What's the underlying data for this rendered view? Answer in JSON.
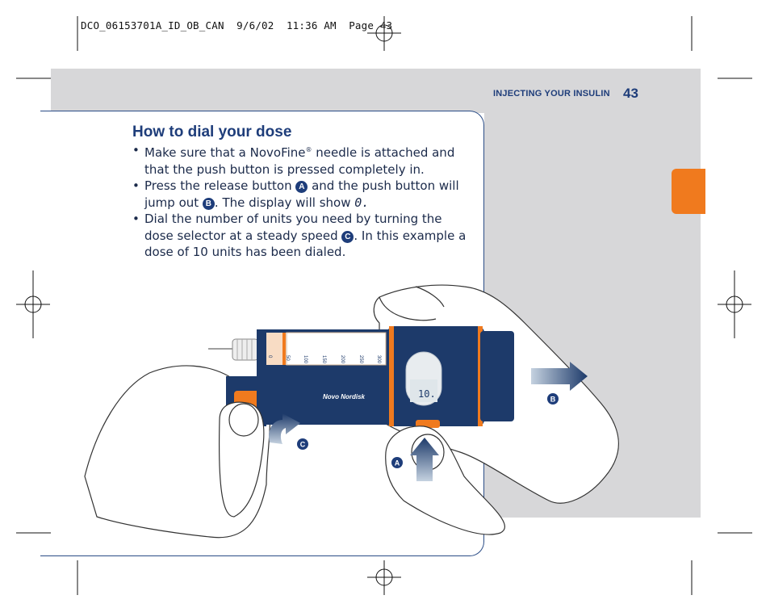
{
  "print_slug": "DCO_06153701A_ID_OB_CAN  9/6/02  11:36 AM  Page 43",
  "header": {
    "section_label": "INJECTING YOUR INSULIN",
    "page_number": "43"
  },
  "content": {
    "heading": "How to dial your dose",
    "bullet1": {
      "pre": "Make sure that a NovoFine",
      "reg": "®",
      "post": " needle is attached and that the push button is pressed completely in."
    },
    "bullet2": {
      "pre": "Press the release button ",
      "marker_a": "A",
      "mid": " and the push button will jump out ",
      "marker_b": "B",
      "post": ". The display will show ",
      "display_value": "0."
    },
    "bullet3": {
      "pre": "Dial the number of units you need by turning the dose selector at a steady speed ",
      "marker_c": "C",
      "post": ". In this example a dose of 10 units has been dialed."
    }
  },
  "illustration": {
    "brand": "Novo Nordisk",
    "display_reading": "10.",
    "scale_ticks": [
      "0",
      "50",
      "100",
      "150",
      "200",
      "250",
      "300"
    ],
    "callouts": {
      "a": "A",
      "b": "B",
      "c": "C"
    },
    "colors": {
      "pen_body": "#1d3a6a",
      "accent": "#f07a1e",
      "arrow": "#2a4c86"
    }
  },
  "colors": {
    "heading": "#1e3d7a",
    "tab": "#f07a1e",
    "grey_background": "#d7d7d9"
  }
}
